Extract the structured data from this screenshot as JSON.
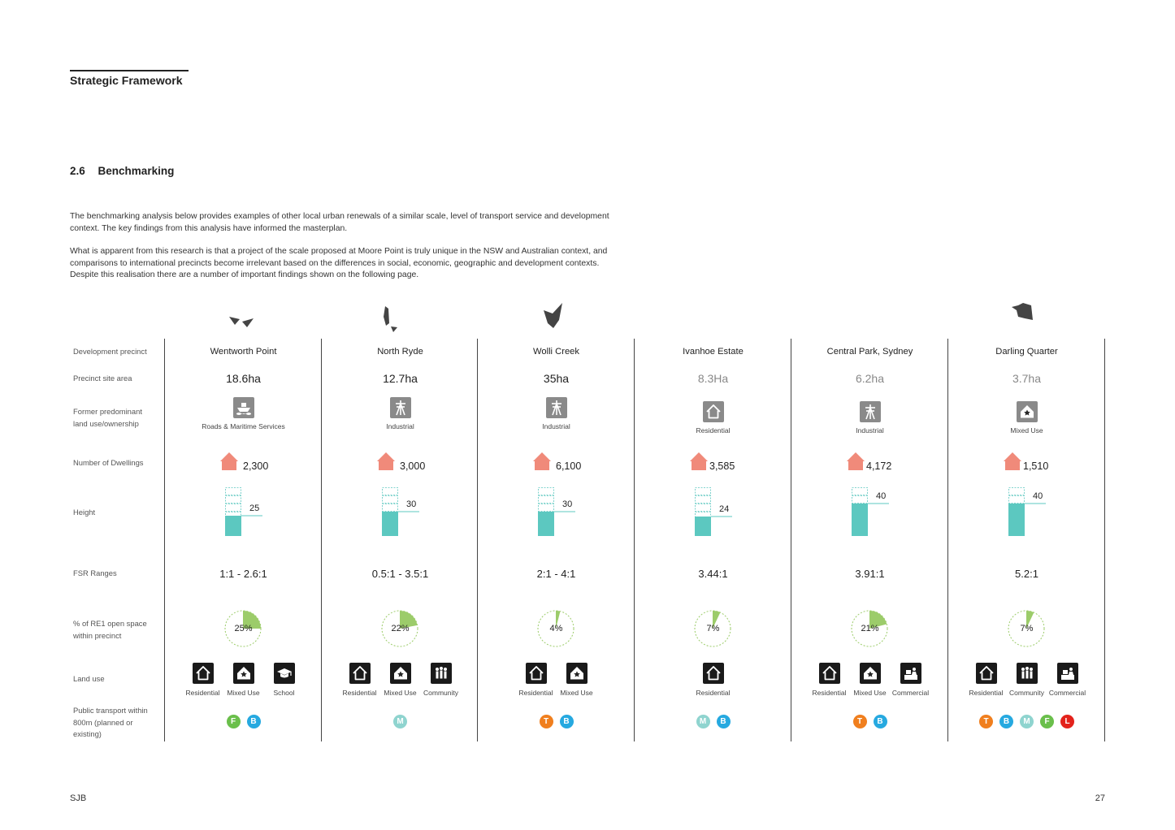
{
  "header": {
    "title": "Strategic Framework"
  },
  "section": {
    "number": "2.6",
    "title": "Benchmarking"
  },
  "intro": {
    "p1": "The benchmarking analysis below provides examples of other local urban renewals of a similar scale, level of transport service and development context. The key findings from this analysis have informed the masterplan.",
    "p2": "What is apparent from this research is that a project of the scale proposed at Moore Point is truly unique in the NSW and Australian context, and comparisons to international precincts become irrelevant based on the differences in social, economic, geographic and development contexts. Despite this realisation there are a number of important findings shown on the following page."
  },
  "row_labels": {
    "precinct": "Development precinct",
    "area": "Precinct site area",
    "former": "Former predominant land use/ownership",
    "dwellings": "Number of Dwellings",
    "height": "Height",
    "fsr": "FSR Ranges",
    "open_space": "% of RE1 open space within precinct",
    "land_use": "Land use",
    "transport": "Public transport within 800m (planned or existing)"
  },
  "colors": {
    "dwelling": "#f08a7a",
    "height_fill": "#5cc8c0",
    "open_space": "#9ccc6a",
    "T": "#f07f1e",
    "B": "#26a9e0",
    "M": "#8fd4cf",
    "F": "#6abf4b",
    "L": "#e3221b"
  },
  "precincts": [
    {
      "name": "Wentworth Point",
      "area": "18.6ha",
      "former_label": "Roads & Maritime Services",
      "former_icon": "boat-icon",
      "dwellings": "2,300",
      "height": "25",
      "height_value": 25,
      "fsr": "1:1 - 2.6:1",
      "open_space": "25%",
      "open_space_value": 25,
      "land_use": [
        {
          "label": "Residential",
          "icon": "house-icon"
        },
        {
          "label": "Mixed Use",
          "icon": "mixed-use-icon"
        },
        {
          "label": "School",
          "icon": "school-icon"
        }
      ],
      "transport": [
        "F",
        "B"
      ],
      "silhouette": "wentworth"
    },
    {
      "name": "North Ryde",
      "area": "12.7ha",
      "former_label": "Industrial",
      "former_icon": "industrial-icon",
      "dwellings": "3,000",
      "height": "30",
      "height_value": 30,
      "fsr": "0.5:1 - 3.5:1",
      "open_space": "22%",
      "open_space_value": 22,
      "land_use": [
        {
          "label": "Residential",
          "icon": "house-icon"
        },
        {
          "label": "Mixed Use",
          "icon": "mixed-use-icon"
        },
        {
          "label": "Community",
          "icon": "community-icon"
        }
      ],
      "transport": [
        "M"
      ],
      "silhouette": "northryde"
    },
    {
      "name": "Wolli Creek",
      "area": "35ha",
      "former_label": "Industrial",
      "former_icon": "industrial-icon",
      "dwellings": "6,100",
      "height": "30",
      "height_value": 30,
      "fsr": "2:1 - 4:1",
      "open_space": "4%",
      "open_space_value": 4,
      "land_use": [
        {
          "label": "Residential",
          "icon": "house-icon"
        },
        {
          "label": "Mixed Use",
          "icon": "mixed-use-icon"
        }
      ],
      "transport": [
        "T",
        "B"
      ],
      "silhouette": "wolli"
    },
    {
      "name": "Ivanhoe Estate",
      "area": "8.3Ha",
      "former_label": "Residential",
      "former_icon": "house-icon",
      "dwellings": "3,585",
      "height": "24",
      "height_value": 24,
      "fsr": "3.44:1",
      "open_space": "7%",
      "open_space_value": 7,
      "land_use": [
        {
          "label": "Residential",
          "icon": "house-icon"
        }
      ],
      "transport": [
        "M",
        "B"
      ],
      "silhouette": ""
    },
    {
      "name": "Central Park, Sydney",
      "area": "6.2ha",
      "former_label": "Industrial",
      "former_icon": "industrial-icon",
      "dwellings": "4,172",
      "height": "40",
      "height_value": 40,
      "fsr": "3.91:1",
      "open_space": "21%",
      "open_space_value": 21,
      "land_use": [
        {
          "label": "Residential",
          "icon": "house-icon"
        },
        {
          "label": "Mixed Use",
          "icon": "mixed-use-icon"
        },
        {
          "label": "Commercial",
          "icon": "commercial-icon"
        }
      ],
      "transport": [
        "T",
        "B"
      ],
      "silhouette": ""
    },
    {
      "name": "Darling Quarter",
      "area": "3.7ha",
      "former_label": "Mixed Use",
      "former_icon": "mixed-use-icon",
      "dwellings": "1,510",
      "height": "40",
      "height_value": 40,
      "fsr": "5.2:1",
      "open_space": "7%",
      "open_space_value": 7,
      "land_use": [
        {
          "label": "Residential",
          "icon": "house-icon"
        },
        {
          "label": "Community",
          "icon": "community-icon"
        },
        {
          "label": "Commercial",
          "icon": "commercial-icon"
        }
      ],
      "transport": [
        "T",
        "B",
        "M",
        "F",
        "L"
      ],
      "silhouette": "darling"
    }
  ],
  "footer": {
    "left": "SJB",
    "page": "27"
  }
}
